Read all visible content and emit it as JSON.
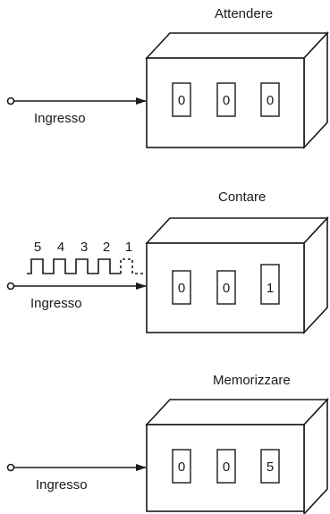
{
  "panels": [
    {
      "title": "Attendere",
      "input_label": "Ingresso",
      "digits": [
        "0",
        "0",
        "0"
      ],
      "pulses": []
    },
    {
      "title": "Contare",
      "input_label": "Ingresso",
      "digits": [
        "0",
        "0",
        "1"
      ],
      "pulses": [
        "5",
        "4",
        "3",
        "2",
        "1"
      ]
    },
    {
      "title": "Memorizzare",
      "input_label": "Ingresso",
      "digits": [
        "0",
        "0",
        "5"
      ],
      "pulses": []
    }
  ]
}
